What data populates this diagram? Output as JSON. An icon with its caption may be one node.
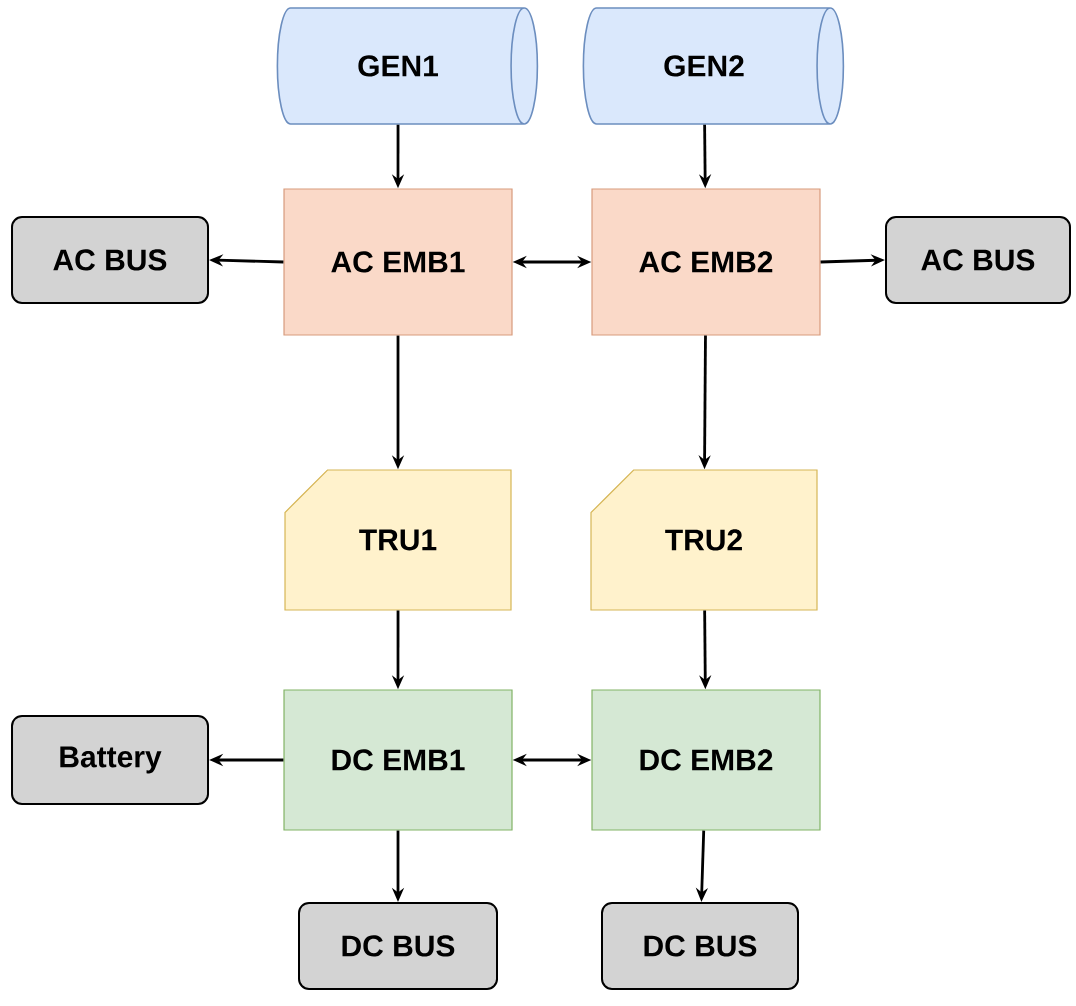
{
  "diagram": {
    "nodes": [
      {
        "text": [
          "GEN1"
        ]
      },
      {
        "text": [
          "GEN2"
        ]
      },
      {
        "text": [
          "AC BUS"
        ]
      },
      {
        "text": [
          "AC EMB1"
        ]
      },
      {
        "text": [
          "AC EMB2"
        ]
      },
      {
        "text": [
          "AC BUS"
        ]
      },
      {
        "text": [
          "TRU1"
        ]
      },
      {
        "text": [
          "TRU2"
        ]
      },
      {
        "text": [
          "Battery"
        ]
      },
      {
        "text": [
          "DC EMB1"
        ]
      },
      {
        "text": [
          "DC EMB2"
        ]
      },
      {
        "text": [
          "DC BUS"
        ]
      },
      {
        "text": [
          "DC BUS"
        ]
      }
    ],
    "edges": [
      {
        "from": 0,
        "to": 3,
        "arrow": "to"
      },
      {
        "from": 1,
        "to": 4,
        "arrow": "to"
      },
      {
        "from": 3,
        "to": 2,
        "arrow": "to"
      },
      {
        "from": 3,
        "to": 4,
        "arrow": "both"
      },
      {
        "from": 4,
        "to": 5,
        "arrow": "to"
      },
      {
        "from": 3,
        "to": 6,
        "arrow": "to"
      },
      {
        "from": 4,
        "to": 7,
        "arrow": "to"
      },
      {
        "from": 6,
        "to": 9,
        "arrow": "to"
      },
      {
        "from": 7,
        "to": 10,
        "arrow": "to"
      },
      {
        "from": 9,
        "to": 8,
        "arrow": "to"
      },
      {
        "from": 9,
        "to": 10,
        "arrow": "both"
      },
      {
        "from": 9,
        "to": 11,
        "arrow": "to"
      },
      {
        "from": 10,
        "to": 12,
        "arrow": "to"
      }
    ]
  }
}
